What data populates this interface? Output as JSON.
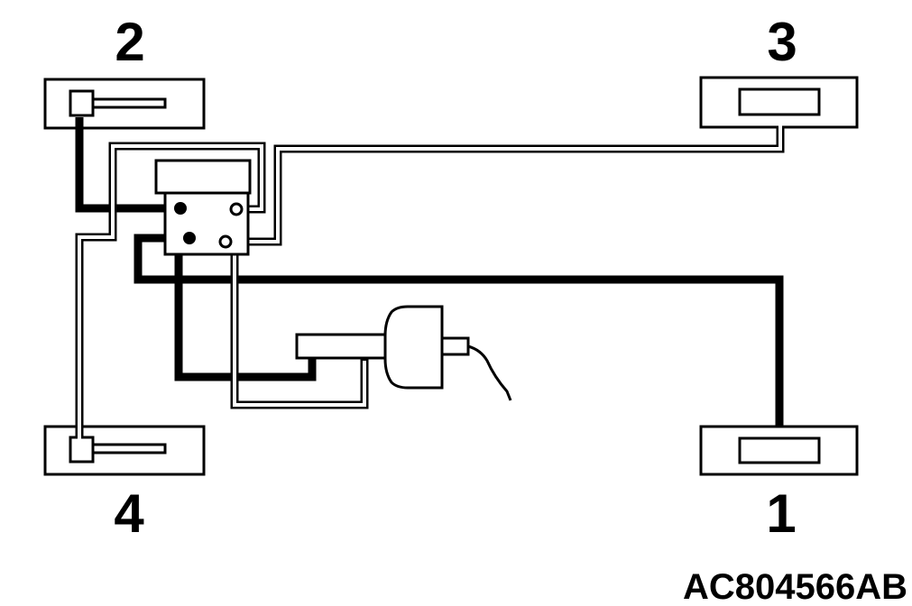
{
  "diagram": {
    "wheel_labels": {
      "front_left": "2",
      "front_right": "3",
      "rear_left": "4",
      "rear_right": "1"
    },
    "figure_code": "AC804566AB",
    "colors": {
      "ink": "#000000",
      "paper": "#ffffff"
    }
  }
}
